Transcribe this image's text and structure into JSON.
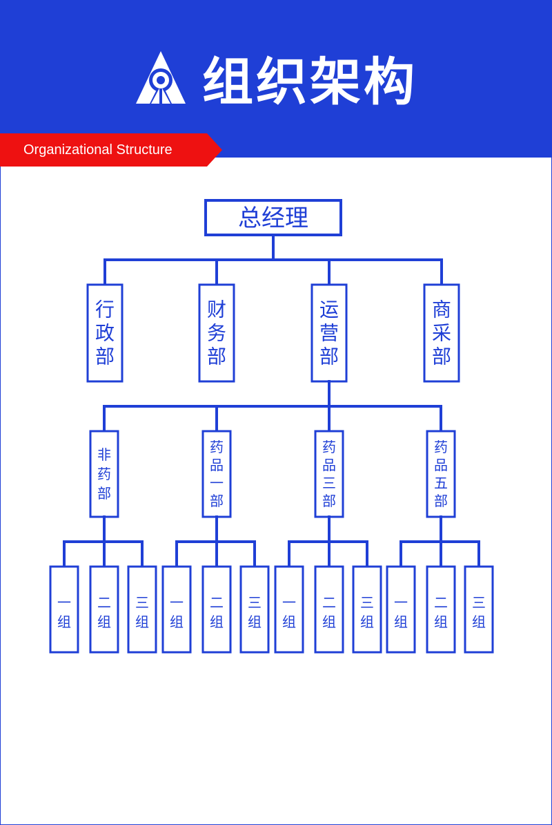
{
  "header": {
    "title": "组织架构",
    "subtitle": "Organizational Structure",
    "logo_icon": "a-pen-nib-logo-icon"
  },
  "colors": {
    "brand_blue": "#1f3fd6",
    "ribbon_red": "#ee1111",
    "background": "#ffffff"
  },
  "org": {
    "root": "总经理",
    "departments": [
      "行政部",
      "财务部",
      "运营部",
      "商采部"
    ],
    "expanded_department_index": 2,
    "sub_departments": [
      {
        "label": "非药部",
        "groups": [
          "一组",
          "二组",
          "三组"
        ]
      },
      {
        "label": "药品一部",
        "groups": [
          "一组",
          "二组",
          "三组"
        ]
      },
      {
        "label": "药品三部",
        "groups": [
          "一组",
          "二组",
          "三组"
        ]
      },
      {
        "label": "药品五部",
        "groups": [
          "一组",
          "二组",
          "三组"
        ]
      }
    ]
  }
}
